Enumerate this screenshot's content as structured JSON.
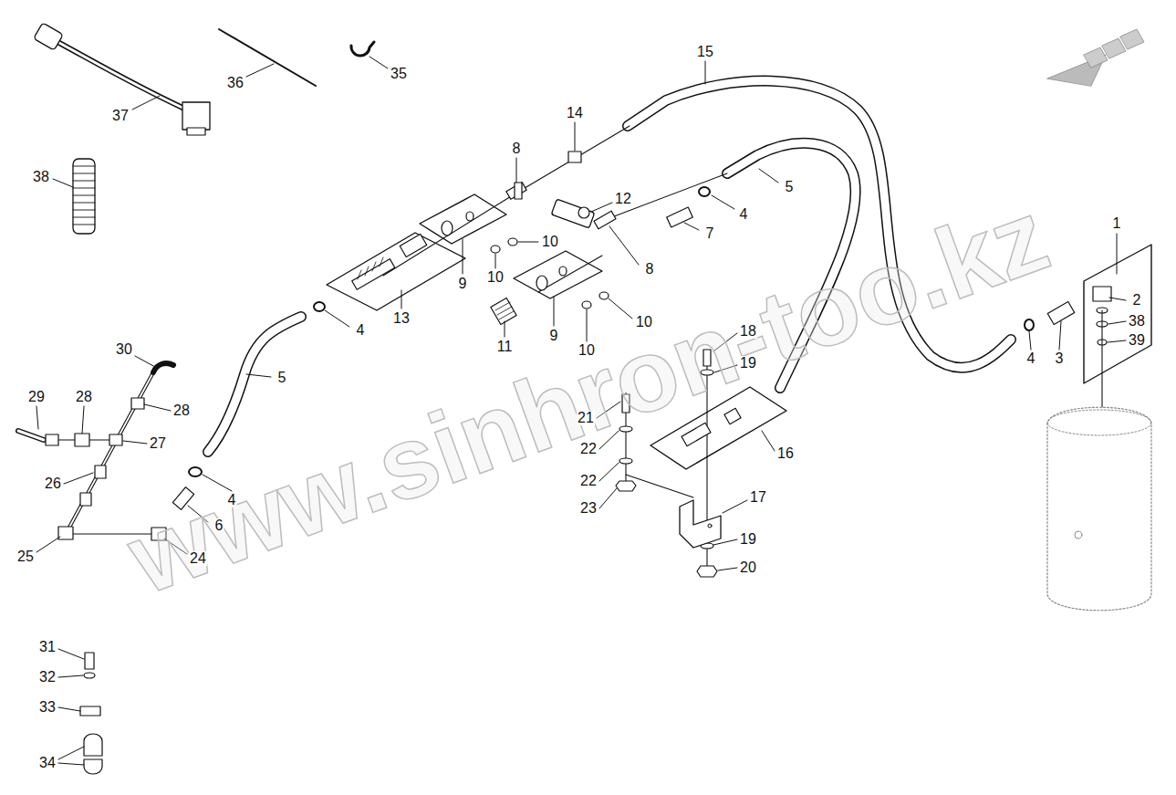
{
  "diagram": {
    "labels": [
      "37",
      "36",
      "35",
      "38",
      "15",
      "14",
      "8",
      "12",
      "5",
      "4",
      "7",
      "10",
      "10",
      "9",
      "13",
      "4",
      "8",
      "10",
      "9",
      "10",
      "11",
      "5",
      "1",
      "2",
      "38",
      "39",
      "4",
      "3",
      "18",
      "19",
      "21",
      "22",
      "22",
      "23",
      "16",
      "17",
      "19",
      "20",
      "30",
      "29",
      "28",
      "28",
      "27",
      "26",
      "4",
      "6",
      "25",
      "24",
      "31",
      "32",
      "33",
      "34",
      "www.sinhron-too.kz"
    ]
  }
}
